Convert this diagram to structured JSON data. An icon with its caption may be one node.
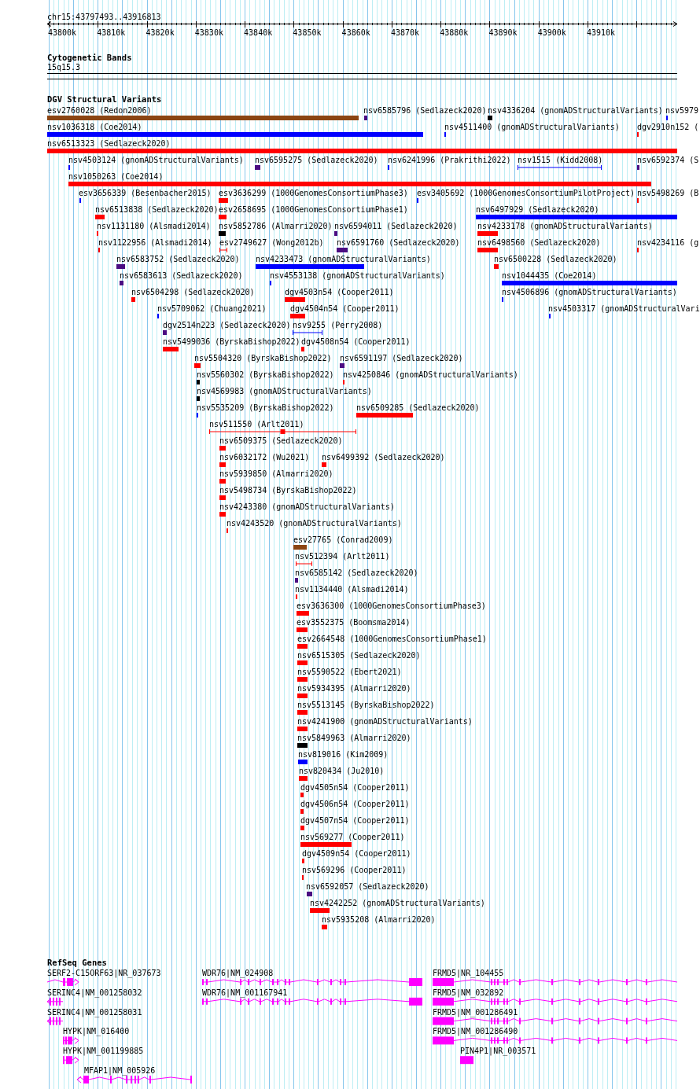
{
  "diagram": {
    "title": "chr15:43797493..43916813",
    "labels": [
      "43800k",
      "43810k",
      "43820k",
      "43830k",
      "43840k",
      "43850k",
      "43860k",
      "43870k",
      "43880k",
      "43890k",
      "43900k",
      "43910k",
      "Cytogenetic Bands",
      "15q15.3",
      "DGV Structural Variants",
      "esv2760028 (Redon2006)",
      "nsv6585796 (Sedlazeck2020)",
      "nsv4336204 (gnomADStructuralVariants)",
      "nsv5979",
      "nsv1036318 (Coe2014)",
      "nsv4511400 (gnomADStructuralVariants)",
      "dgv2910n152 (",
      "nsv6513323 (Sedlazeck2020)",
      "nsv4503124 (gnomADStructuralVariants)",
      "nsv6595275 (Sedlazeck2020)",
      "nsv6241996 (Prakrithi2022)",
      "nsv1515 (Kidd2008)",
      "nsv6592374 (S",
      "nsv1050263 (Coe2014)",
      "esv3656339 (Besenbacher2015)",
      "esv3636299 (1000GenomesConsortiumPhase3)",
      "esv3405692 (1000GenomesConsortiumPilotProject)",
      "nsv5498269 (B",
      "nsv6513838 (Sedlazeck2020)",
      "esv2658695 (1000GenomesConsortiumPhase1)",
      "nsv6497929 (Sedlazeck2020)",
      "nsv1131180 (Alsmadi2014)",
      "nsv5852786 (Almarri2020)",
      "nsv6594011 (Sedlazeck2020)",
      "nsv4233178 (gnomADStructuralVariants)",
      "nsv1122956 (Alsmadi2014)",
      "esv2749627 (Wong2012b)",
      "nsv6591760 (Sedlazeck2020)",
      "nsv6498560 (Sedlazeck2020)",
      "nsv4234116 (g",
      "nsv6583752 (Sedlazeck2020)",
      "nsv4233473 (gnomADStructuralVariants)",
      "nsv6500228 (Sedlazeck2020)",
      "nsv6583613 (Sedlazeck2020)",
      "nsv4553138 (gnomADStructuralVariants)",
      "nsv1044435 (Coe2014)",
      "nsv6504298 (Sedlazeck2020)",
      "dgv4503n54 (Cooper2011)",
      "nsv4506896 (gnomADStructuralVariants)",
      "nsv5709062 (Chuang2021)",
      "dgv4504n54 (Cooper2011)",
      "nsv4503317 (gnomADStructuralVari",
      "dgv2514n223 (Sedlazeck2020)",
      "nsv9255 (Perry2008)",
      "nsv5499036 (ByrskaBishop2022)",
      "dgv4508n54 (Cooper2011)",
      "nsv5504320 (ByrskaBishop2022)",
      "nsv6591197 (Sedlazeck2020)",
      "nsv5560302 (ByrskaBishop2022)",
      "nsv4250846 (gnomADStructuralVariants)",
      "nsv4569983 (gnomADStructuralVariants)",
      "nsv5535209 (ByrskaBishop2022)",
      "nsv6509285 (Sedlazeck2020)",
      "nsv511550 (Arlt2011)",
      "nsv6509375 (Sedlazeck2020)",
      "nsv6032172 (Wu2021)",
      "nsv6499392 (Sedlazeck2020)",
      "nsv5939850 (Almarri2020)",
      "nsv5498734 (ByrskaBishop2022)",
      "nsv4243380 (gnomADStructuralVariants)",
      "nsv4243520 (gnomADStructuralVariants)",
      "esv27765 (Conrad2009)",
      "nsv512394 (Arlt2011)",
      "nsv6585142 (Sedlazeck2020)",
      "nsv1134440 (Alsmadi2014)",
      "esv3636300 (1000GenomesConsortiumPhase3)",
      "esv3552375 (Boomsma2014)",
      "esv2664548 (1000GenomesConsortiumPhase1)",
      "nsv6515305 (Sedlazeck2020)",
      "nsv5590522 (Ebert2021)",
      "nsv5934395 (Almarri2020)",
      "nsv5513145 (ByrskaBishop2022)",
      "nsv4241900 (gnomADStructuralVariants)",
      "nsv5849963 (Almarri2020)",
      "nsv819016 (Kim2009)",
      "nsv820434 (Ju2010)",
      "dgv4505n54 (Cooper2011)",
      "dgv4506n54 (Cooper2011)",
      "dgv4507n54 (Cooper2011)",
      "nsv569277 (Cooper2011)",
      "dgv4509n54 (Cooper2011)",
      "nsv569296 (Cooper2011)",
      "nsv6592057 (Sedlazeck2020)",
      "nsv4242252 (gnomADStructuralVariants)",
      "nsv5935208 (Almarri2020)",
      "RefSeq Genes",
      "SERF2-C15ORF63|NR_037673",
      "WDR76|NM_024908",
      "FRMD5|NR_104455",
      "SERINC4|NM_001258032",
      "WDR76|NM_001167941",
      "FRMD5|NM_032892",
      "SERINC4|NM_001258031",
      "FRMD5|NM_001286491",
      "HYPK|NM_016400",
      "FRMD5|NM_001286490",
      "HYPK|NM_001199885",
      "PIN4P1|NR_003571",
      "MFAP1|NM_005926"
    ]
  }
}
